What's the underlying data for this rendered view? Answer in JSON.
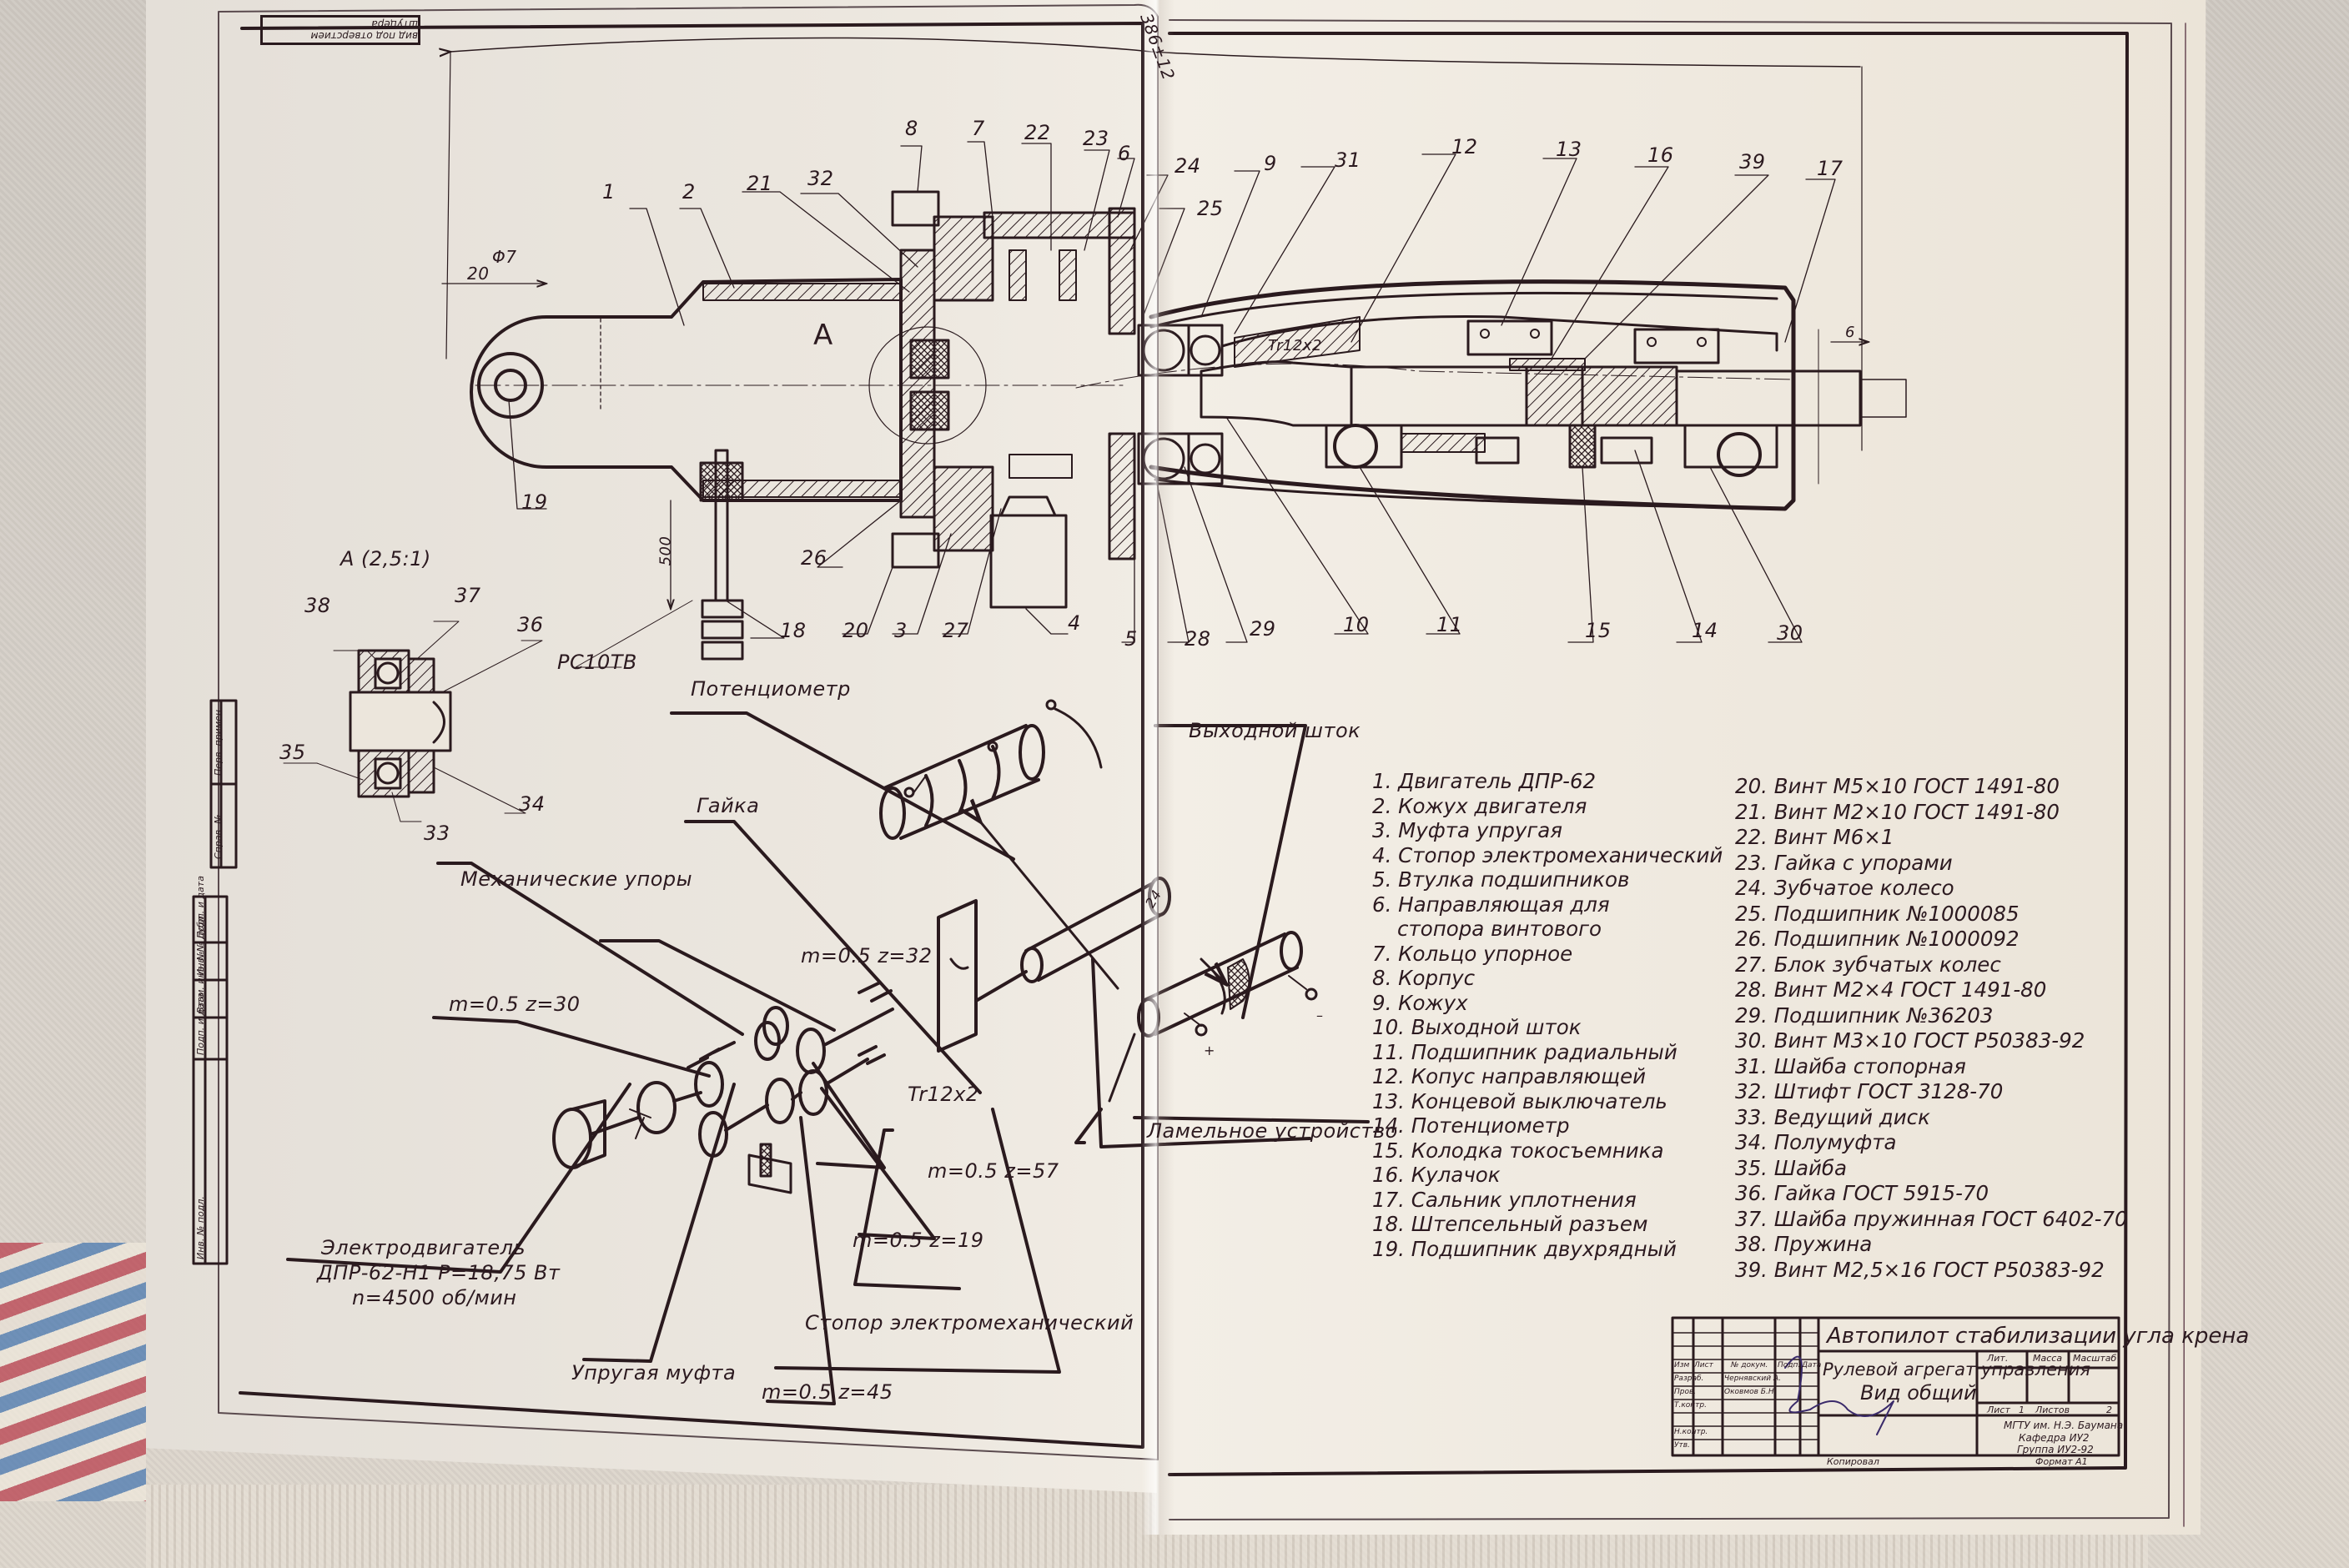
{
  "drawing": {
    "stamp_text": "вид под отверстием штуцера",
    "overall_dimension": "386±12",
    "dim_20": "20",
    "dim_phi7": "Φ7",
    "dim_500": "500",
    "dim_6": "6",
    "thread_label": "Tr12x2",
    "section_marker": "A",
    "connector": "РС10ТВ",
    "detail_view_title": "A (2,5:1)",
    "callouts_main": [
      "1",
      "2",
      "21",
      "32",
      "8",
      "7",
      "22",
      "23",
      "6",
      "24",
      "25",
      "9",
      "31",
      "12",
      "13",
      "16",
      "39",
      "17",
      "19",
      "26",
      "20",
      "3",
      "27",
      "4",
      "5",
      "28",
      "29",
      "10",
      "11",
      "15",
      "14",
      "30",
      "18"
    ],
    "callouts_detail": [
      "38",
      "37",
      "36",
      "35",
      "34",
      "33"
    ]
  },
  "kinematic_scheme": {
    "labels": {
      "potentiometer": "Потенциометр",
      "output_rod": "Выходной шток",
      "nut": "Гайка",
      "mech_stops": "Механические упоры",
      "gear_32": "m=0.5  z=32",
      "gear_30": "m=0.5  z=30",
      "thread": "Tr12x2",
      "gear_57": "m=0.5  z=57",
      "gear_19": "m=0.5  z=19",
      "gear_45": "m=0.5  z=45",
      "lamel": "Ламельное устройство",
      "motor_line1": "Электродвигатель",
      "motor_line2": "ДПР-62-Н1  Р=18,75 Вт",
      "motor_line3": "n=4500 об/мин",
      "coupling": "Упругая муфта",
      "brake": "Стопор электромеханический",
      "angle": "24",
      "plus": "+",
      "minus": "–"
    }
  },
  "parts_list_left": [
    "1. Двигатель ДПР-62",
    "2. Кожух двигателя",
    "3. Муфта упругая",
    "4. Стопор электромеханический",
    "5. Втулка подшипников",
    "6. Направляющая для",
    "    стопора винтового",
    "7. Кольцо упорное",
    "8. Корпус",
    "9. Кожух",
    "10. Выходной шток",
    "11. Подшипник радиальный",
    "12. Копус направляющей",
    "13. Концевой выключатель",
    "14. Потенциометр",
    "15. Колодка токосъемника",
    "16. Кулачок",
    "17. Сальник уплотнения",
    "18. Штепсельный разъем",
    "19. Подшипник двухрядный"
  ],
  "parts_list_right": [
    "20. Винт М5×10 ГОСТ 1491-80",
    "21. Винт М2×10 ГОСТ 1491-80",
    "22. Винт М6×1",
    "23. Гайка с упорами",
    "24. Зубчатое колесо",
    "25. Подшипник №1000085",
    "26. Подшипник №1000092",
    "27. Блок зубчатых колес",
    "28. Винт М2×4 ГОСТ 1491-80",
    "29. Подшипник №36203",
    "30. Винт М3×10 ГОСТ Р50383-92",
    "31. Шайба стопорная",
    "32. Штифт ГОСТ 3128-70",
    "33. Ведущий диск",
    "34. Полумуфта",
    "35. Шайба",
    "36. Гайка ГОСТ 5915-70",
    "37. Шайба пружинная  ГОСТ 6402-70",
    "38. Пружина",
    "39. Винт М2,5×16 ГОСТ Р50383-92"
  ],
  "title_block": {
    "project": "Автопилот стабилизации  угла крена",
    "name_line1": "Рулевой агрегат управления",
    "name_line2": "Вид общий",
    "col_headers": [
      "Изм",
      "Лист",
      "№ докум.",
      "Подп.",
      "Дата"
    ],
    "roles": [
      "Разраб.",
      "Пров.",
      "Т.контр.",
      "",
      "Н.контр.",
      "Утв."
    ],
    "people": [
      "Чернявский А.",
      "Оковмов Б.Н."
    ],
    "lit": "Лит.",
    "mass": "Масса",
    "scale": "Масштаб",
    "sheet_label": "Лист",
    "sheet_no": "1",
    "sheets_label": "Листов",
    "sheets_total": "2",
    "org_line1": "МГТУ им. Н.Э. Баумана",
    "org_line2": "Кафедра ИУ2",
    "org_line3": "Группа ИУ2-92",
    "copied": "Копировал",
    "format": "Формат   А1"
  },
  "side_strip": [
    "Перв. примен.",
    "Справ. №",
    "Подп. и дата",
    "Инв. № дубл.",
    "Взам. инв. №",
    "Подп. и дата",
    "Инв. № подл."
  ],
  "colors": {
    "ink": "#2a1a1e",
    "paper": "#ece6dc",
    "lace_red": "#b9404e",
    "lace_blue": "#4a79b0"
  }
}
